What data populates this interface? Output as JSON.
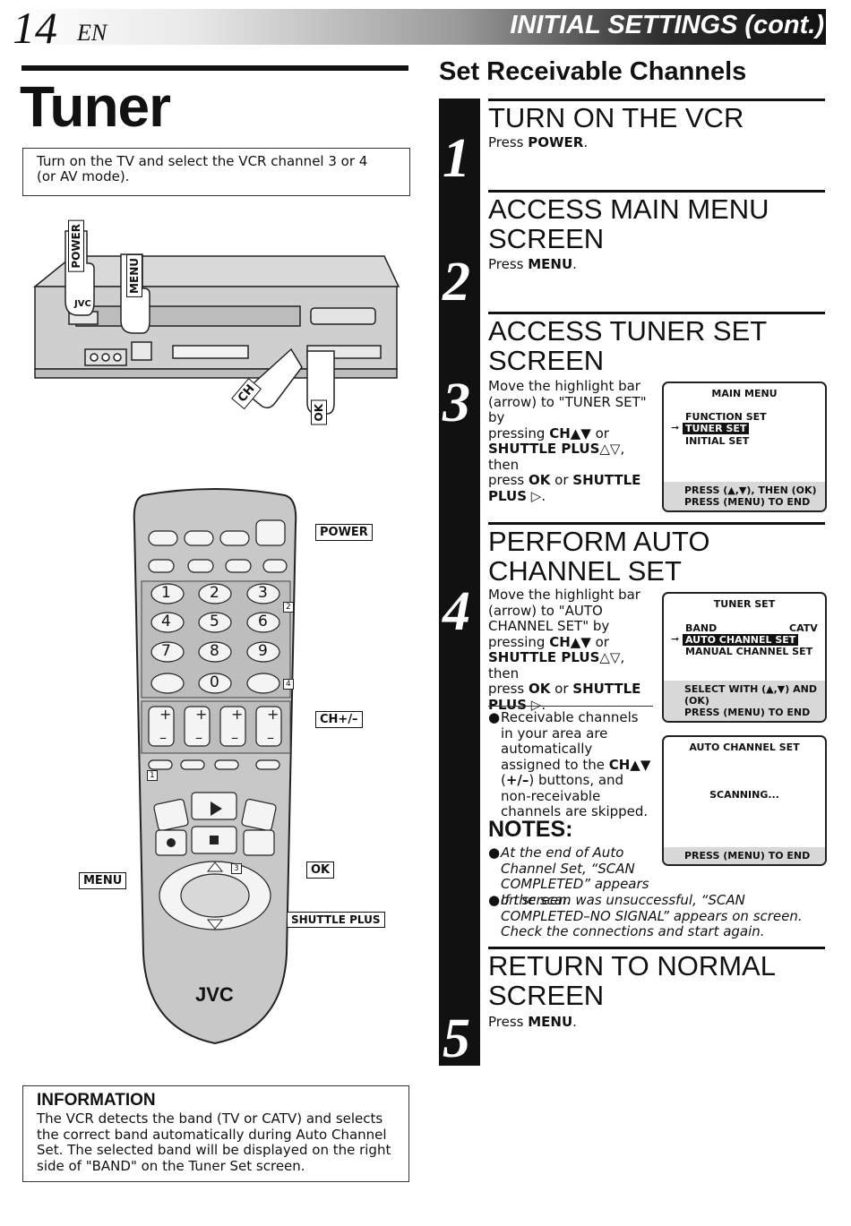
{
  "header": {
    "page_number": "14",
    "lang": "EN",
    "section": "INITIAL SETTINGS (cont.)"
  },
  "left": {
    "title": "Tuner",
    "intro": "Turn on the TV and select the VCR channel 3 or 4 (or AV mode).",
    "vcr_labels": {
      "power": "POWER",
      "menu": "MENU",
      "ch": "CH",
      "ok": "OK",
      "brand": "JVC"
    },
    "remote_labels": {
      "power": "POWER",
      "ch": "CH+/–",
      "menu": "MENU",
      "ok": "OK",
      "shuttle": "SHUTTLE PLUS",
      "brand": "JVC",
      "keys": [
        "1",
        "2",
        "3",
        "4",
        "5",
        "6",
        "7",
        "8",
        "9",
        "0"
      ],
      "marker_1": "1",
      "marker_2": "2",
      "marker_3": "3",
      "marker_4": "4"
    }
  },
  "right": {
    "title": "Set Receivable Channels",
    "steps": [
      {
        "num": "1",
        "head": "TURN ON THE VCR",
        "text_pre": "Press ",
        "key": "POWER",
        "text_post": "."
      },
      {
        "num": "2",
        "head": "ACCESS MAIN MENU SCREEN",
        "text_pre": "Press ",
        "key": "MENU",
        "text_post": "."
      },
      {
        "num": "3",
        "head": "ACCESS TUNER SET SCREEN",
        "lines": [
          "Move the highlight bar",
          "(arrow) to \"TUNER SET\" by",
          "pressing",
          "SHUTTLE PLUS",
          "press",
          "PLUS"
        ]
      },
      {
        "num": "4",
        "head": "PERFORM AUTO CHANNEL SET"
      },
      {
        "num": "5",
        "head": "RETURN TO NORMAL SCREEN",
        "text_pre": "Press ",
        "key": "MENU",
        "text_post": "."
      }
    ],
    "screens": {
      "main_menu": {
        "title": "MAIN MENU",
        "items": [
          "FUNCTION SET",
          "TUNER SET",
          "INITIAL SET"
        ],
        "footer": [
          "PRESS (▲,▼), THEN (OK)",
          "PRESS (MENU) TO END"
        ]
      },
      "tuner_set": {
        "title": "TUNER SET",
        "band_label": "BAND",
        "band_value": "CATV",
        "items": [
          "AUTO CHANNEL SET",
          "MANUAL CHANNEL SET"
        ],
        "footer": [
          "SELECT WITH (▲,▼) AND (OK)",
          "PRESS (MENU) TO END"
        ]
      },
      "auto_channel": {
        "title": "AUTO CHANNEL SET",
        "status": "SCANNING...",
        "footer": "PRESS (MENU) TO END"
      }
    },
    "notes_title": "NOTES:",
    "notes": [
      "At the end of Auto Channel Set, “SCAN COMPLETED” appears on screen.",
      "If the scan was unsuccessful, “SCAN COMPLETED–NO SIGNAL” appears on screen. Check the connections and start again."
    ]
  },
  "information": {
    "title": "INFORMATION",
    "text": "The VCR detects the band (TV or CATV) and selects the correct band automatically during Auto Channel Set. The selected band will be displayed on the right side of \"BAND\" on the Tuner Set screen."
  }
}
